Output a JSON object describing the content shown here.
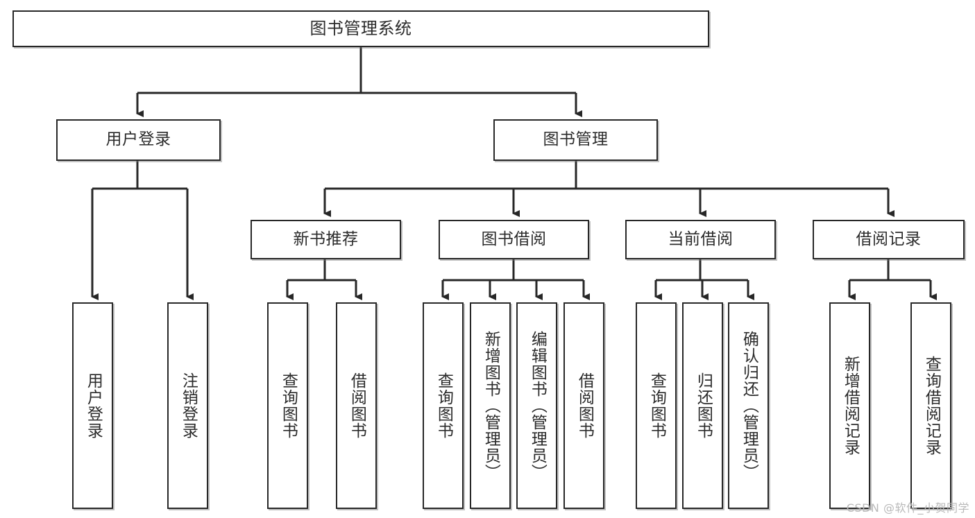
{
  "diagram": {
    "title": "图书管理系统",
    "watermark": "CSDN @软件_小贺同学",
    "colors": {
      "stroke": "#272727",
      "fill": "#ffffff",
      "text": "#2b2b2b",
      "watermark": "#b9b9b9"
    },
    "nodes": {
      "root": "图书管理系统",
      "level2": {
        "user_login": "用户登录",
        "book_manage": "图书管理"
      },
      "level3": {
        "new_book_rec": "新书推荐",
        "book_borrow": "图书借阅",
        "current_borrow": "当前借阅",
        "borrow_record": "借阅记录"
      },
      "leaves": {
        "user_login_1": "用户登录",
        "user_login_2": "注销登录",
        "new_book_rec_1": "查询图书",
        "new_book_rec_2": "借阅图书",
        "book_borrow_1": "查询图书",
        "book_borrow_2": "新增图书（管理员）",
        "book_borrow_3": "编辑图书（管理员）",
        "book_borrow_4": "借阅图书",
        "current_borrow_1": "查询图书",
        "current_borrow_2": "归还图书",
        "current_borrow_3": "确认归还（管理员）",
        "borrow_record_1": "新增借阅记录",
        "borrow_record_2": "查询借阅记录"
      }
    }
  }
}
